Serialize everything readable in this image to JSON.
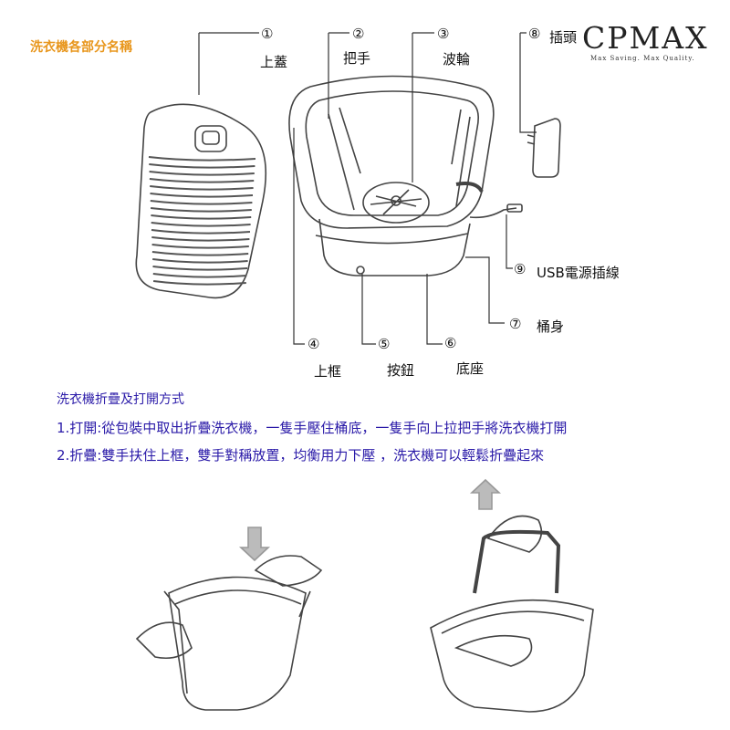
{
  "section_title": "洗衣機各部分名稱",
  "brand": {
    "name": "CPMAX",
    "tagline": "Max Saving. Max Quality."
  },
  "parts": [
    {
      "num": "①",
      "label": "上蓋"
    },
    {
      "num": "②",
      "label": "把手"
    },
    {
      "num": "③",
      "label": "波輪"
    },
    {
      "num": "④",
      "label": "上框"
    },
    {
      "num": "⑤",
      "label": "按鈕"
    },
    {
      "num": "⑥",
      "label": "底座"
    },
    {
      "num": "⑦",
      "label": "桶身"
    },
    {
      "num": "⑧",
      "label": "插頭"
    },
    {
      "num": "⑨",
      "label": "USB電源插線"
    }
  ],
  "instructions": {
    "title": "洗衣機折疊及打開方式",
    "open": "1.打開:從包裝中取出折疊洗衣機，一隻手壓住桶底，一隻手向上拉把手將洗衣機打開",
    "fold": "2.折疊:雙手扶住上框，雙手對稱放置，均衡用力下壓 ，洗衣機可以輕鬆折疊起來"
  }
}
